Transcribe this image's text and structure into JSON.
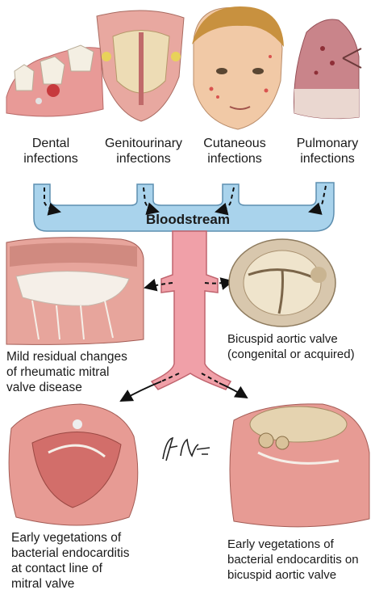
{
  "colors": {
    "bloodstream_fill": "#a9d3ec",
    "bloodstream_stroke": "#5d8fb0",
    "artery_fill": "#f0a0a8",
    "artery_stroke": "#c0646e",
    "tissue": "#e7a59c",
    "valve": "#d8c7ad"
  },
  "sources": [
    {
      "line1": "Dental",
      "line2": "infections",
      "icon": "dental-gum-illustration"
    },
    {
      "line1": "Genitourinary",
      "line2": "infections",
      "icon": "prostate-illustration"
    },
    {
      "line1": "Cutaneous",
      "line2": "infections",
      "icon": "child-face-illustration"
    },
    {
      "line1": "Pulmonary",
      "line2": "infections",
      "icon": "lung-illustration"
    }
  ],
  "hub_label": "Bloodstream",
  "captions": {
    "mitral": [
      "Mild residual changes",
      "of rheumatic mitral",
      "valve disease"
    ],
    "bicuspid": [
      "Bicuspid aortic valve",
      "(congenital or acquired)"
    ],
    "early_left": [
      "Early vegetations of",
      "bacterial endocarditis",
      "at contact line of",
      "mitral valve"
    ],
    "early_right": [
      "Early vegetations of",
      "bacterial endocarditis on",
      "bicuspid aortic valve"
    ]
  }
}
